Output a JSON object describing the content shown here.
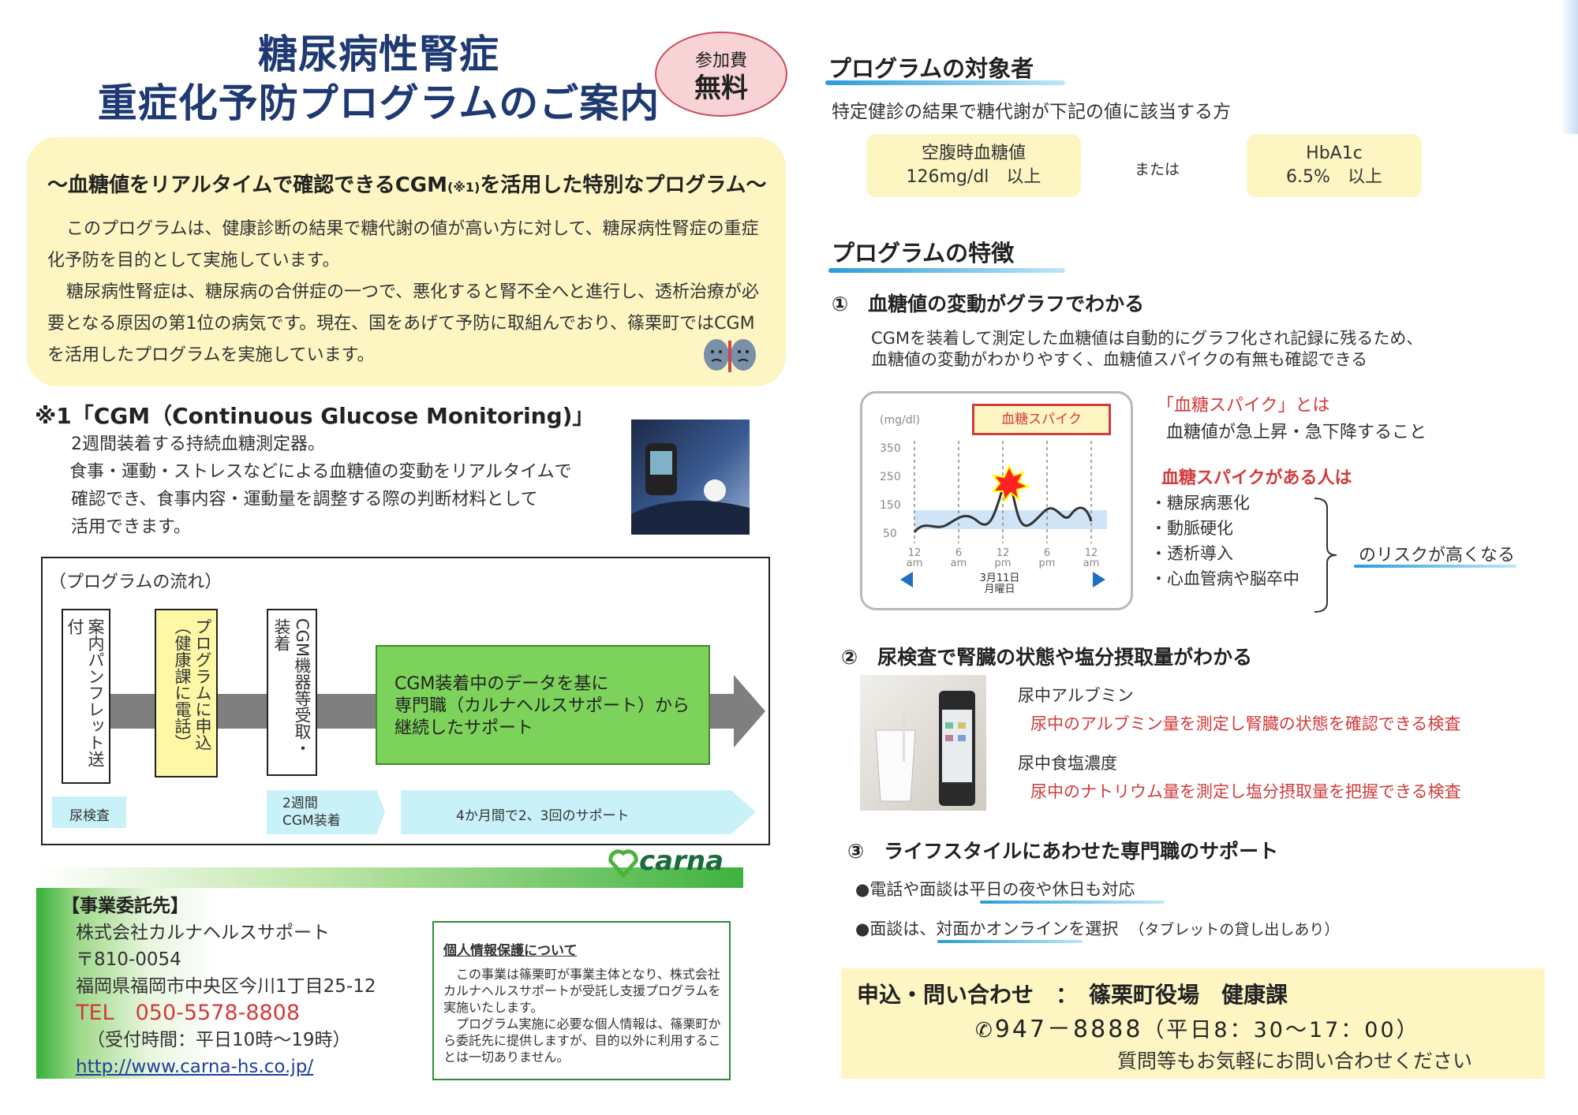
{
  "title": {
    "line1": "糖尿病性腎症",
    "line2": "重症化予防プログラムのご案内"
  },
  "badge": {
    "line1": "参加費",
    "line2": "無料"
  },
  "intro": {
    "headline": "～血糖値をリアルタイムで確認できるCGM",
    "headline_note": "(※1)",
    "headline_tail": "を活用した特別なプログラム～",
    "para1": "このプログラムは、健康診断の結果で糖代謝の値が高い方に対して、糖尿病性腎症の重症化予防を目的として実施しています。",
    "para2": "糖尿病性腎症は、糖尿病の合併症の一つで、悪化すると腎不全へと進行し、透析治療が必要となる原因の第1位の病気です。現在、国をあげて予防に取組んでおり、篠栗町ではCGMを活用したプログラムを実施しています。"
  },
  "cgm_note": {
    "title": "※1「CGM（Continuous Glucose Monitoring)」",
    "lines": [
      "2週間装着する持続血糖測定器。",
      "食事・運動・ストレスなどによる血糖値の変動をリアルタイムで",
      "確認でき、食事内容・運動量を調整する際の判断材料として",
      "活用できます。"
    ]
  },
  "flow": {
    "label": "（プログラムの流れ）",
    "step1": "案内パンフレット送付",
    "step2": "プログラムに申込（健康課に電話）",
    "step3": "CGM機器等受取・装着",
    "step4_lines": [
      "CGM装着中のデータを基に",
      "専門職（カルナヘルスサポート）から",
      "継続したサポート"
    ],
    "tag1": "尿検査",
    "tag2_lines": [
      "2週間",
      "CGM装着"
    ],
    "tag3": "4か月間で2、3回のサポート"
  },
  "company": {
    "logo": "carna",
    "head": "【事業委託先】",
    "name": "株式会社カルナヘルスサポート",
    "zip": "〒810-0054",
    "address": "福岡県福岡市中央区今川1丁目25-12",
    "tel": "TEL　050-5578-8808",
    "hours": "（受付時間：平日10時～19時）",
    "url": "http://www.carna-hs.co.jp/"
  },
  "privacy": {
    "head": "個人情報保護について",
    "p1": "この事業は篠栗町が事業主体となり、株式会社カルナヘルスサポートが受託し支援プログラムを実施いたします。",
    "p2": "プログラム実施に必要な個人情報は、篠栗町から委託先に提供しますが、目的以外に利用することは一切ありません。"
  },
  "target": {
    "head": "プログラムの対象者",
    "desc": "特定健診の結果で糖代謝が下記の値に該当する方",
    "box1_l1": "空腹時血糖値",
    "box1_l2": "126mg/dl　以上",
    "or": "または",
    "box2_l1": "HbA1c",
    "box2_l2": "6.5%　以上"
  },
  "features": {
    "head": "プログラムの特徴",
    "f1_head": "①　血糖値の変動がグラフでわかる",
    "f1_l1": "CGMを装着して測定した血糖値は自動的にグラフ化され記録に残るため、",
    "f1_l2": "血糖値の変動がわかりやすく、血糖値スパイクの有無も確認できる",
    "graph": {
      "unit": "(mg/dl)",
      "spike": "血糖スパイク",
      "yticks": [
        "350",
        "250",
        "150",
        "50"
      ],
      "xticks": [
        [
          "12",
          "am"
        ],
        [
          "6",
          "am"
        ],
        [
          "12",
          "pm"
        ],
        [
          "6",
          "pm"
        ],
        [
          "12",
          "am"
        ]
      ],
      "date_l1": "3月11日",
      "date_l2": "月曜日"
    },
    "spike_def_head": "「血糖スパイク」とは",
    "spike_def": "血糖値が急上昇・急下降すること",
    "risk_head": "血糖スパイクがある人は",
    "risks": [
      "・糖尿病悪化",
      "・動脈硬化",
      "・透析導入",
      "・心血管病や脳卒中"
    ],
    "risk_tail": "のリスクが高くなる",
    "f2_head": "②　尿検査で腎臓の状態や塩分摂取量がわかる",
    "f2_a_head": "尿中アルブミン",
    "f2_a_desc": "尿中のアルブミン量を測定し腎臓の状態を確認できる検査",
    "f2_b_head": "尿中食塩濃度",
    "f2_b_desc": "尿中のナトリウム量を測定し塩分摂取量を把握できる検査",
    "f3_head": "③　ライフスタイルにあわせた専門職のサポート",
    "f3_l1": "●電話や面談は平日の夜や休日も対応",
    "f3_l2": "●面談は、対面かオンラインを選択",
    "f3_l2_note": "（タブレットの貸し出しあり）"
  },
  "contact": {
    "line1": "申込・問い合わせ　：　篠栗町役場　健康課",
    "phone": "947－8888",
    "phone_hours": "（平日8：30～17：00）",
    "line3": "質問等もお気軽にお問い合わせください"
  }
}
